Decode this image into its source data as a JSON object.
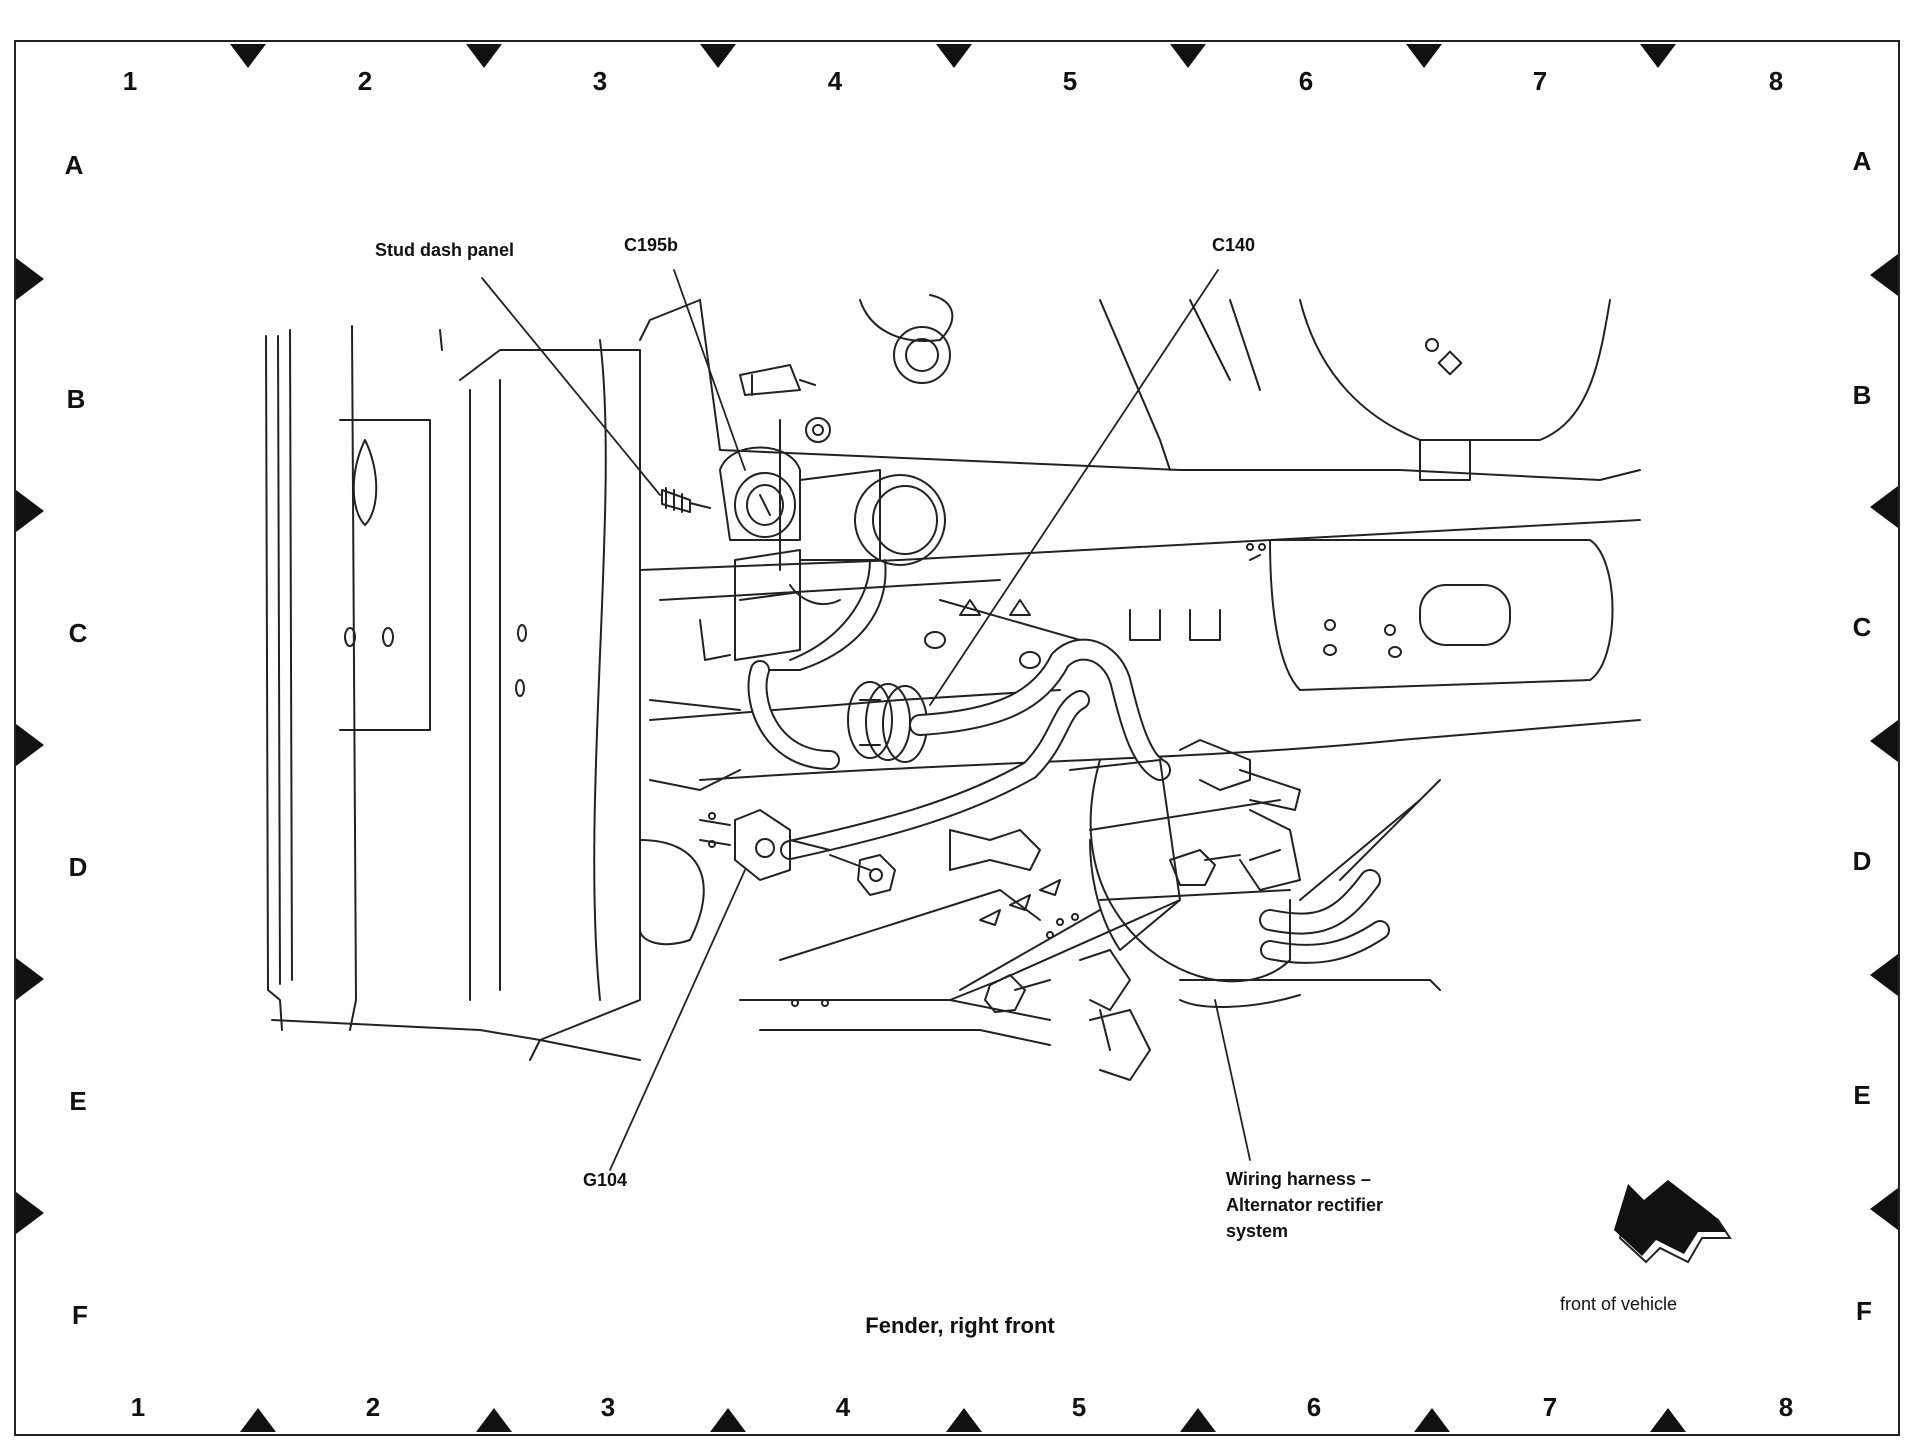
{
  "grid": {
    "columns": [
      "1",
      "2",
      "3",
      "4",
      "5",
      "6",
      "7",
      "8"
    ],
    "rows": [
      "A",
      "B",
      "C",
      "D",
      "E",
      "F"
    ]
  },
  "callouts": {
    "stud_dash_panel": "Stud dash panel",
    "c195b": "C195b",
    "c140": "C140",
    "g104": "G104",
    "wiring_harness": "Wiring harness – Alternator rectifier system"
  },
  "caption": "Fender, right front",
  "front_indicator": {
    "label": "front of vehicle",
    "icon": "front-arrow-icon"
  }
}
